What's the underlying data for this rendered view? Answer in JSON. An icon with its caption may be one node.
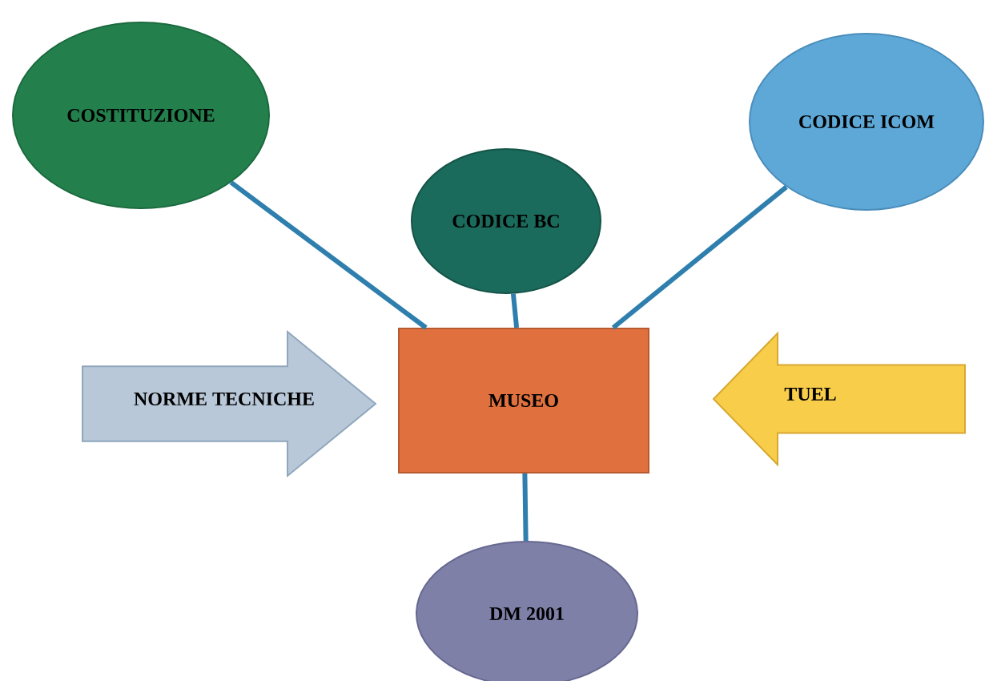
{
  "diagram": {
    "nodes": [
      {
        "text": [
          "COSTITUZIONE"
        ]
      },
      {
        "text": [
          "CODICE BC"
        ]
      },
      {
        "text": [
          "CODICE ICOM"
        ]
      },
      {
        "text": [
          "NORME TECNICHE"
        ]
      },
      {
        "text": [
          "MUSEO"
        ]
      },
      {
        "text": [
          "TUEL"
        ]
      },
      {
        "text": [
          "DM 2001"
        ]
      }
    ],
    "edges": [
      {
        "from": 0,
        "to": 4,
        "arrow": "none"
      },
      {
        "from": 1,
        "to": 4,
        "arrow": "none"
      },
      {
        "from": 2,
        "to": 4,
        "arrow": "none"
      },
      {
        "from": 4,
        "to": 6,
        "arrow": "none"
      }
    ]
  }
}
